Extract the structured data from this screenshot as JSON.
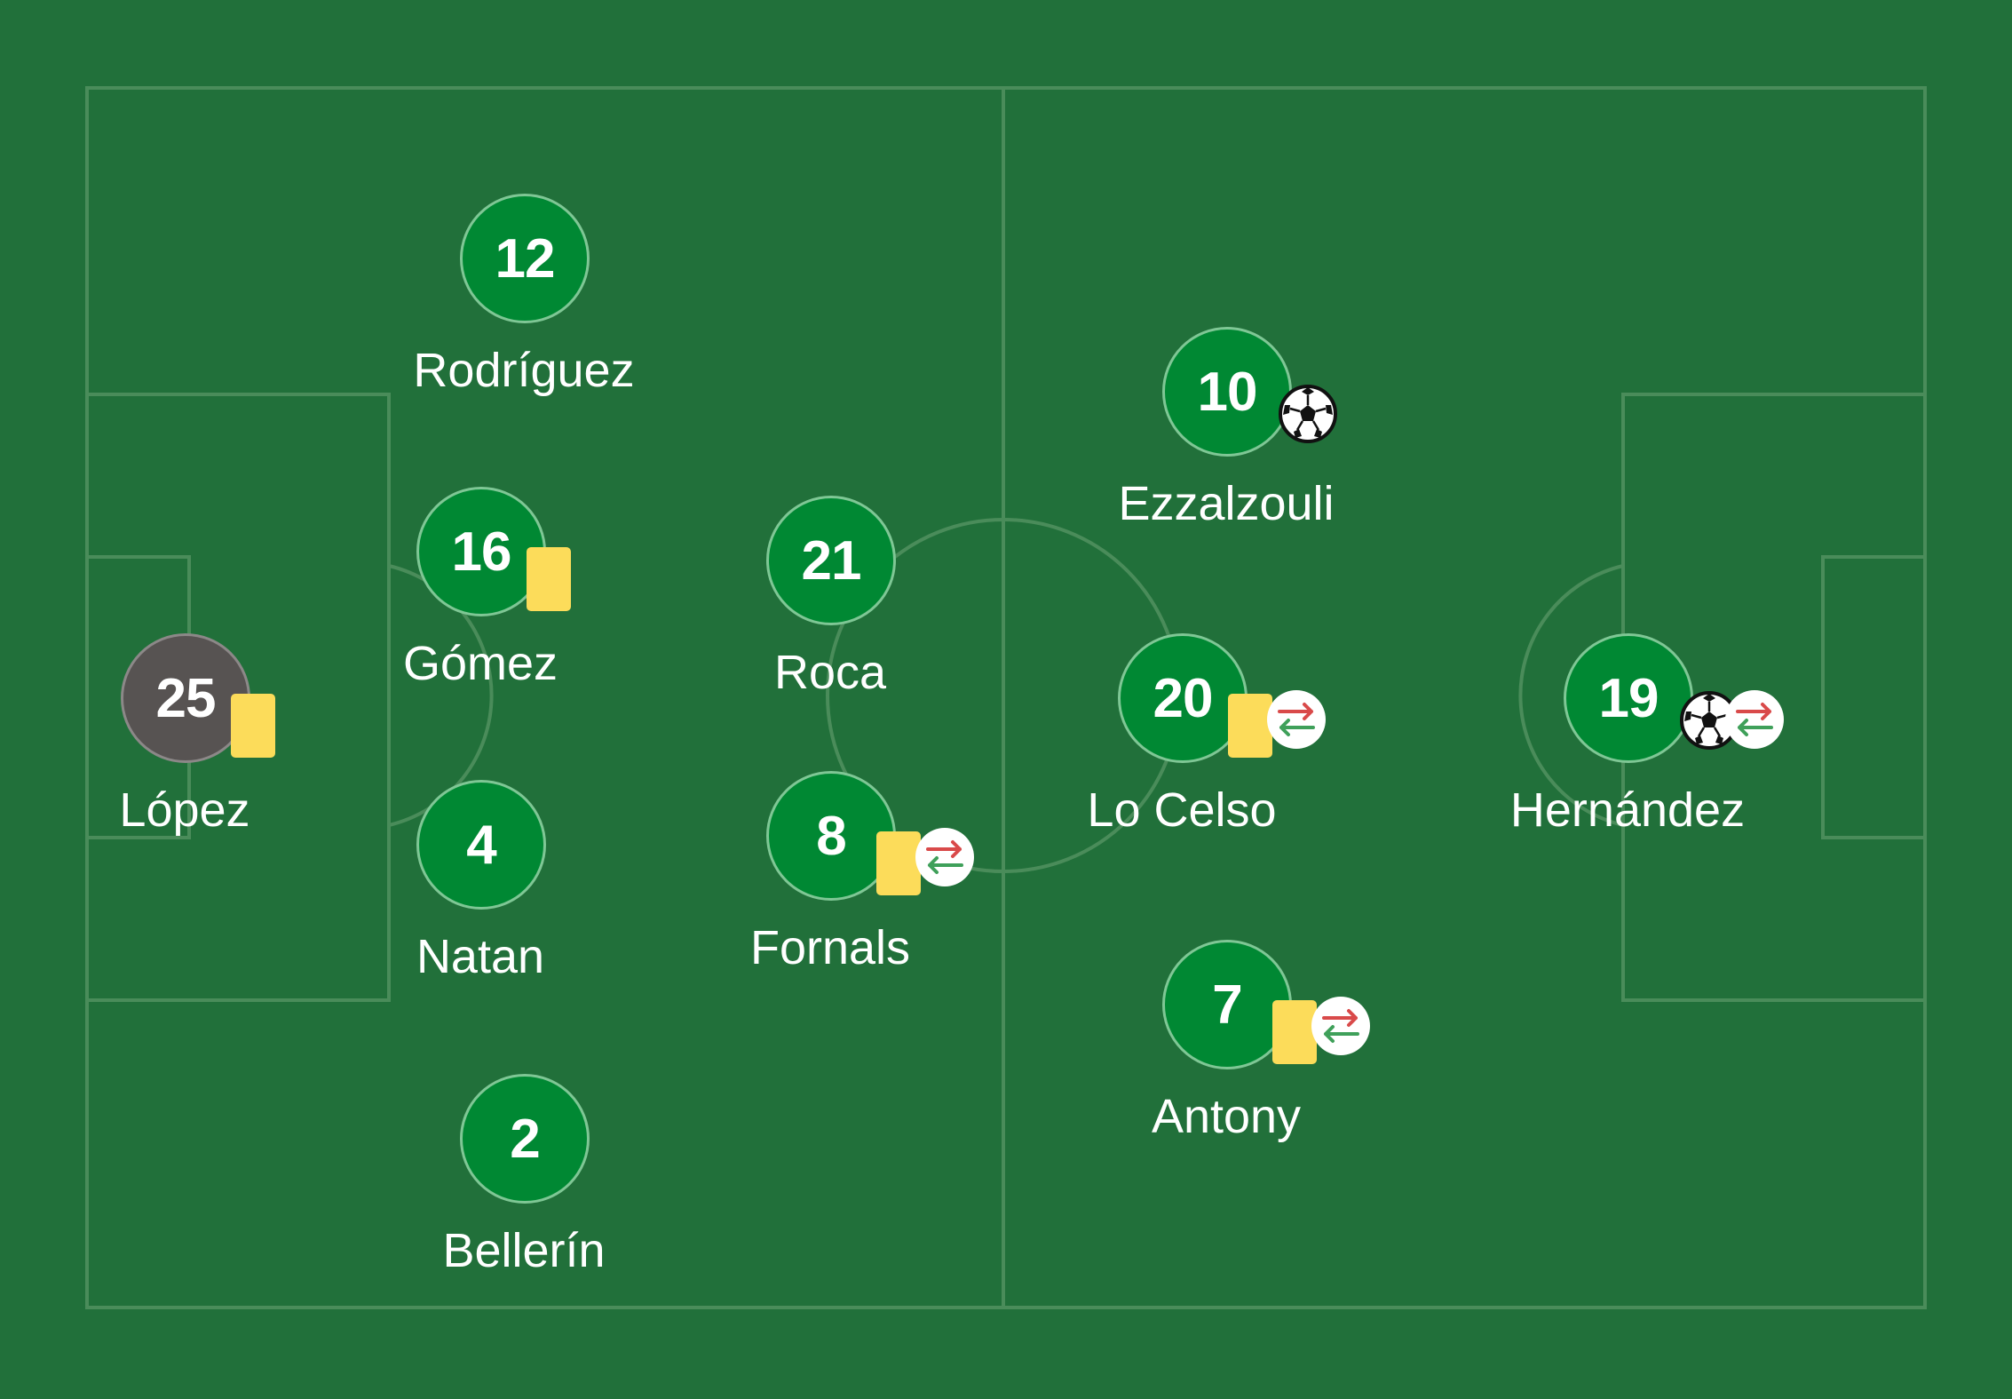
{
  "pitch": {
    "grass_color": "#21703a",
    "line_color": "#4a8c5a"
  },
  "colors": {
    "player_disc": "#008833",
    "keeper_disc": "#575352",
    "yellow_card": "#fcdc5a",
    "sub_out_arrow": "#d94a4a",
    "sub_in_arrow": "#3fa05a"
  },
  "players": [
    {
      "number": "25",
      "name": "López",
      "role": "goalkeeper",
      "yellow_card": true,
      "goal": false,
      "substituted": false
    },
    {
      "number": "12",
      "name": "Rodríguez",
      "role": "defender",
      "yellow_card": false,
      "goal": false,
      "substituted": false
    },
    {
      "number": "16",
      "name": "Gómez",
      "role": "defender",
      "yellow_card": true,
      "goal": false,
      "substituted": false
    },
    {
      "number": "4",
      "name": "Natan",
      "role": "defender",
      "yellow_card": false,
      "goal": false,
      "substituted": false
    },
    {
      "number": "2",
      "name": "Bellerín",
      "role": "defender",
      "yellow_card": false,
      "goal": false,
      "substituted": false
    },
    {
      "number": "21",
      "name": "Roca",
      "role": "midfielder",
      "yellow_card": false,
      "goal": false,
      "substituted": false
    },
    {
      "number": "8",
      "name": "Fornals",
      "role": "midfielder",
      "yellow_card": true,
      "goal": false,
      "substituted": true
    },
    {
      "number": "10",
      "name": "Ezzalzouli",
      "role": "midfielder",
      "yellow_card": false,
      "goal": true,
      "substituted": false
    },
    {
      "number": "20",
      "name": "Lo Celso",
      "role": "midfielder",
      "yellow_card": true,
      "goal": false,
      "substituted": true
    },
    {
      "number": "7",
      "name": "Antony",
      "role": "midfielder",
      "yellow_card": true,
      "goal": false,
      "substituted": true
    },
    {
      "number": "19",
      "name": "Hernández",
      "role": "forward",
      "yellow_card": false,
      "goal": true,
      "substituted": true
    }
  ]
}
